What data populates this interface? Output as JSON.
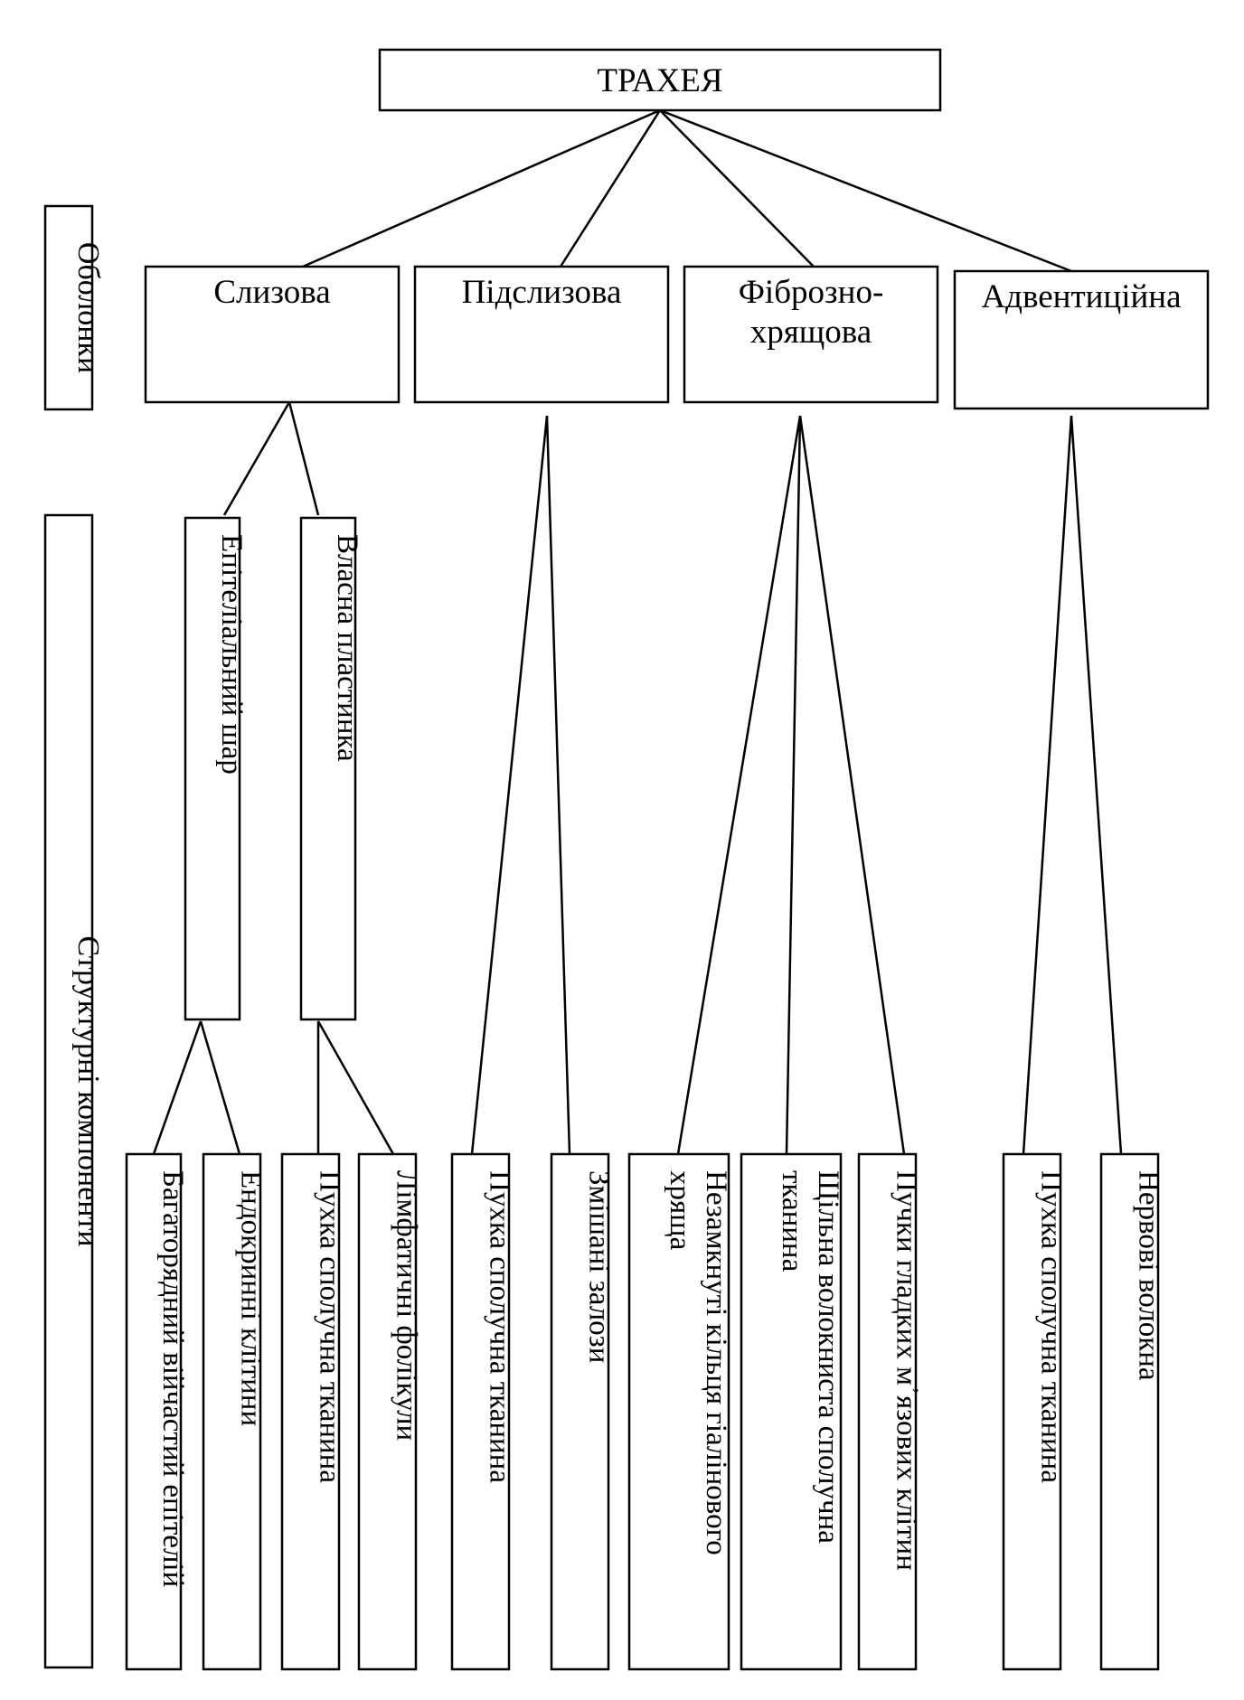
{
  "root": {
    "label": "ТРАХЕЯ"
  },
  "side_labels": {
    "membranes": "Оболонки",
    "components": "Структурні компоненти"
  },
  "membranes": [
    {
      "id": "mucous",
      "lines": [
        "Слизова"
      ]
    },
    {
      "id": "submucous",
      "lines": [
        "Підслизова"
      ]
    },
    {
      "id": "fibro",
      "lines": [
        "Фіброзно-",
        "хрящова"
      ]
    },
    {
      "id": "adventitia",
      "lines": [
        "Адвентиційна"
      ]
    }
  ],
  "sublayers": [
    {
      "id": "epithelial",
      "lines": [
        "Епітеліальний шар"
      ]
    },
    {
      "id": "lamina",
      "lines": [
        "Власна пластинка"
      ]
    }
  ],
  "components": [
    {
      "id": "c1",
      "lines": [
        "Багаторядний війчастий епітелій"
      ]
    },
    {
      "id": "c2",
      "lines": [
        "Ендокринні клітини"
      ]
    },
    {
      "id": "c3",
      "lines": [
        "Пухка сполучна тканина"
      ]
    },
    {
      "id": "c4",
      "lines": [
        "Лімфатичні фолікули"
      ]
    },
    {
      "id": "c5",
      "lines": [
        "Пухка сполучна тканина"
      ]
    },
    {
      "id": "c6",
      "lines": [
        "Змішані залози"
      ]
    },
    {
      "id": "c7",
      "lines": [
        "Незамкнуті кільця гіалінового",
        "хряща"
      ]
    },
    {
      "id": "c8",
      "lines": [
        "Щільна волокниста сполучна",
        "тканина"
      ]
    },
    {
      "id": "c9",
      "lines": [
        "Пучки гладких м᾿язових клітин"
      ]
    },
    {
      "id": "c10",
      "lines": [
        "Пухка сполучна тканина"
      ]
    },
    {
      "id": "c11",
      "lines": [
        "Нервові волокна"
      ]
    }
  ]
}
